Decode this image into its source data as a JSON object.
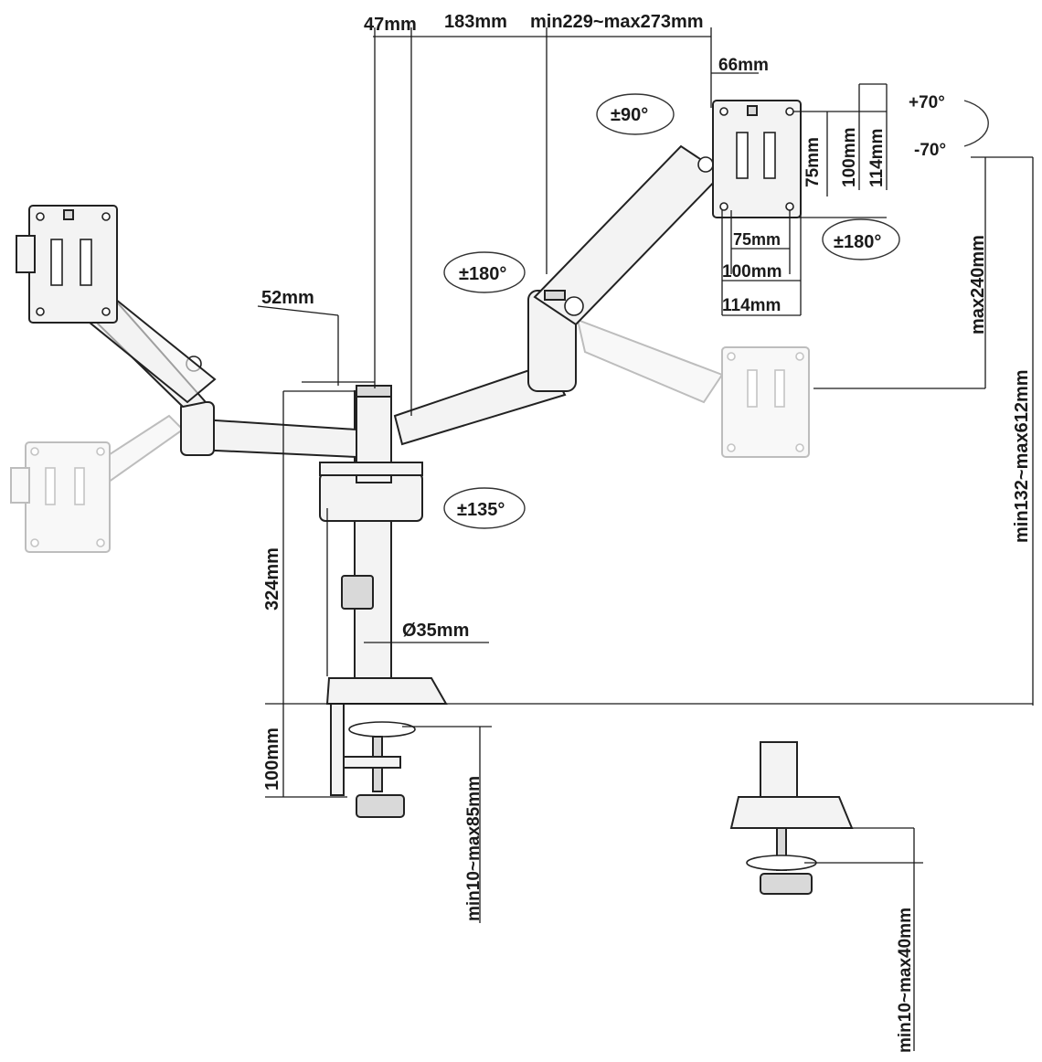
{
  "labels": {
    "d47": "47mm",
    "d183": "183mm",
    "dArmReach": "min229~max273mm",
    "d66": "66mm",
    "rot90": "±90°",
    "tiltUp": "+70°",
    "tiltDown": "-70°",
    "v75": "75mm",
    "v100": "100mm",
    "v114": "114mm",
    "h75": "75mm",
    "h100": "100mm",
    "h114": "114mm",
    "rot180Right": "±180°",
    "rot180Arm": "±180°",
    "d52": "52mm",
    "rot135": "±135°",
    "d324": "324mm",
    "dia35": "Ø35mm",
    "d100": "100mm",
    "clamp85": "min10~max85mm",
    "max240": "max240mm",
    "height612": "min132~max612mm",
    "grommet40": "min10~max40mm"
  }
}
